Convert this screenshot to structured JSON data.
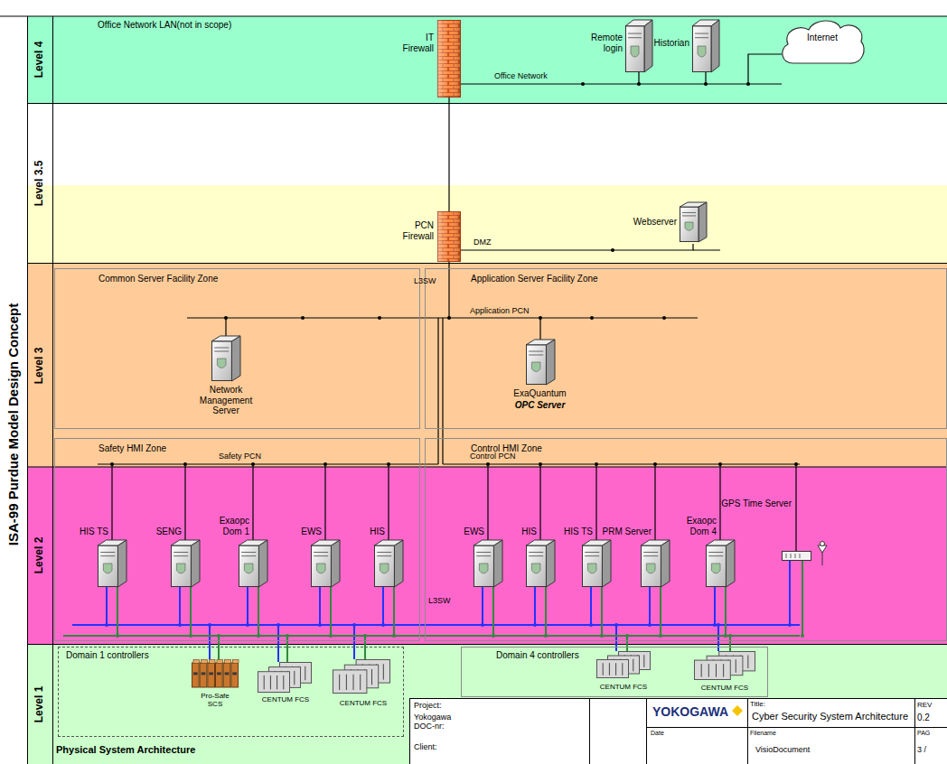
{
  "diagram": {
    "nodes": [
      {
        "text": [
          "Level 4",
          "Office Network LAN(not in scope)"
        ]
      },
      {
        "text": [
          "IT Firewall"
        ],
        "in": 0
      },
      {
        "text": [
          "Remote login"
        ],
        "in": 0
      },
      {
        "text": [
          "Historian"
        ],
        "in": 0
      },
      {
        "text": [
          "Internet"
        ],
        "in": 0
      },
      {
        "text": [
          "Level 3.5"
        ]
      },
      {
        "text": [
          "PCN Firewall"
        ],
        "in": 5
      },
      {
        "text": [
          "Webserver"
        ],
        "in": 5
      },
      {
        "text": [
          "Level 3"
        ]
      },
      {
        "text": [
          "Common Server Facility Zone"
        ],
        "in": 8
      },
      {
        "text": [
          "Network Management Server"
        ],
        "in": 9
      },
      {
        "text": [
          "Application Server Facility Zone"
        ],
        "in": 8
      },
      {
        "text": [
          "ExaQuantum",
          "OPC Server"
        ],
        "in": 11
      },
      {
        "text": [
          "Level 2"
        ]
      },
      {
        "text": [
          "Safety HMI Zone"
        ]
      },
      {
        "text": [
          "HIS TS"
        ],
        "in": 14
      },
      {
        "text": [
          "SENG"
        ],
        "in": 14
      },
      {
        "text": [
          "Exaopc Dom 1"
        ],
        "in": 14
      },
      {
        "text": [
          "EWS"
        ],
        "in": 14
      },
      {
        "text": [
          "HIS"
        ],
        "in": 14
      },
      {
        "text": [
          "Control HMI Zone"
        ]
      },
      {
        "text": [
          "EWS"
        ],
        "in": 20
      },
      {
        "text": [
          "HIS"
        ],
        "in": 20
      },
      {
        "text": [
          "HIS TS"
        ],
        "in": 20
      },
      {
        "text": [
          "PRM Server"
        ],
        "in": 20
      },
      {
        "text": [
          "Exaopc Dom 4"
        ],
        "in": 20
      },
      {
        "text": [
          "GPS Time Server"
        ],
        "in": 20
      },
      {
        "text": [
          "Level 1",
          "Physical System Architecture"
        ]
      },
      {
        "text": [
          "Domain 1 controllers"
        ],
        "in": 27
      },
      {
        "text": [
          "Pro-Safe SCS"
        ],
        "in": 28
      },
      {
        "text": [
          "CENTUM FCS"
        ],
        "in": 28
      },
      {
        "text": [
          "CENTUM FCS"
        ],
        "in": 28
      },
      {
        "text": [
          "Domain 4 controllers"
        ],
        "in": 27
      },
      {
        "text": [
          "CENTUM FCS"
        ],
        "in": 32
      },
      {
        "text": [
          "CENTUM FCS"
        ],
        "in": 32
      }
    ],
    "edges": [
      {
        "from": 1,
        "to": 4,
        "label": "Office Network",
        "arrow": "none"
      },
      {
        "from": 1,
        "to": 6,
        "arrow": "none"
      },
      {
        "from": 6,
        "to": 7,
        "label": "DMZ",
        "arrow": "none"
      }
    ],
    "labels": [
      "ISA-99 Purdue Model Design Concept",
      "L3SW",
      "Application PCN",
      "Safety PCN",
      "Control PCN",
      "L3SW",
      "Project:",
      "Yokogawa DOC-nr:",
      "Client:",
      "YOKOGAWA",
      "Title:",
      "Cyber Security System Architecture",
      "REV",
      "0.2",
      "Date",
      "Filename",
      "VisioDocument",
      "PAG",
      "3 /"
    ]
  }
}
